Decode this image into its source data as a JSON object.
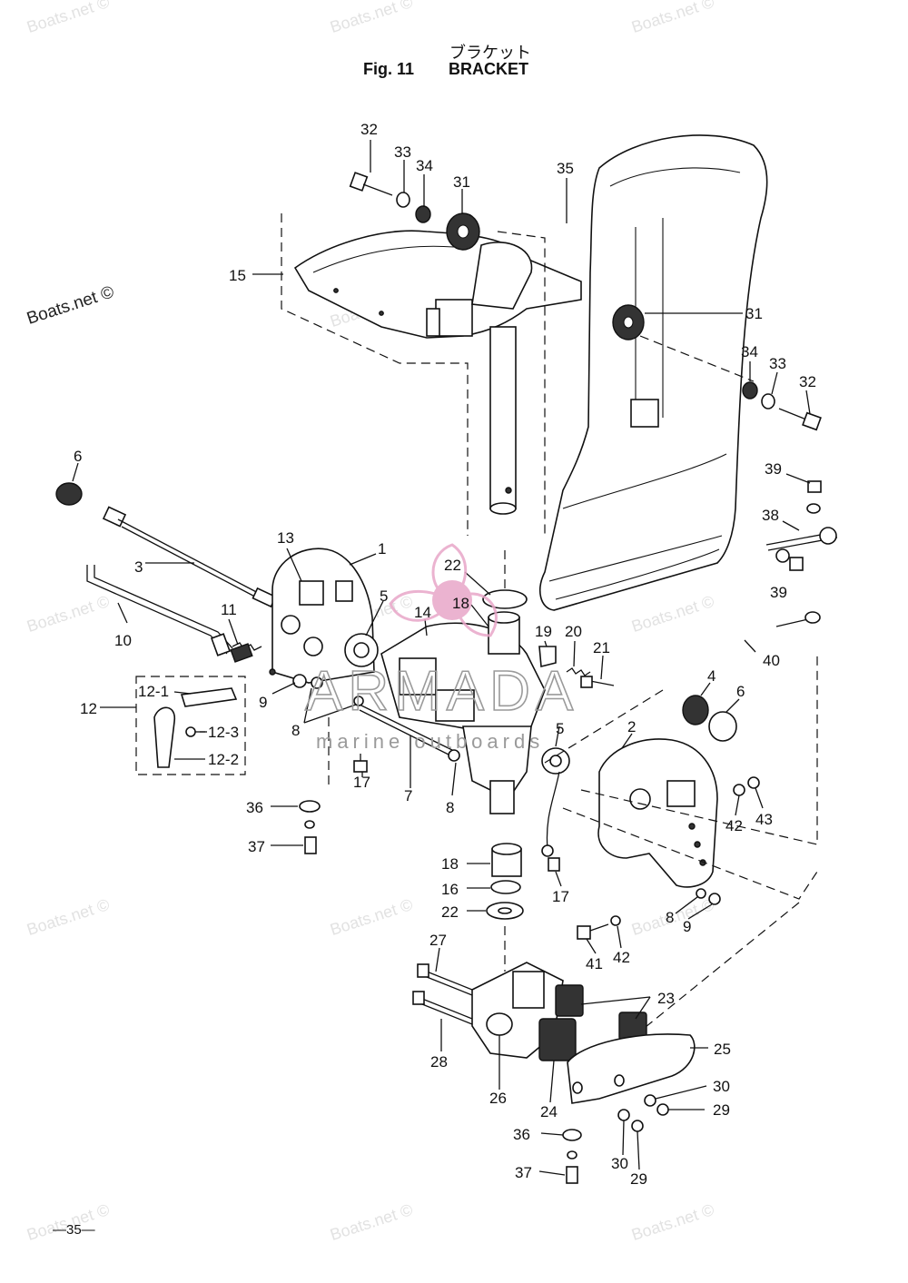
{
  "header": {
    "title_jp": "ブラケット",
    "fig_label": "Fig. 11",
    "title": "BRACKET"
  },
  "footer": {
    "page_number": "—35—"
  },
  "watermarks": {
    "text": "Boats.net ©",
    "brand": "ARMADA",
    "brand_sub": "marine outboards",
    "brand_color": "#e8a6c8"
  },
  "callouts": [
    {
      "id": "c-32a",
      "label": "32"
    },
    {
      "id": "c-33a",
      "label": "33"
    },
    {
      "id": "c-34a",
      "label": "34"
    },
    {
      "id": "c-31a",
      "label": "31"
    },
    {
      "id": "c-35",
      "label": "35"
    },
    {
      "id": "c-15",
      "label": "15"
    },
    {
      "id": "c-31b",
      "label": "31"
    },
    {
      "id": "c-34b",
      "label": "34"
    },
    {
      "id": "c-33b",
      "label": "33"
    },
    {
      "id": "c-32b",
      "label": "32"
    },
    {
      "id": "c-6a",
      "label": "6"
    },
    {
      "id": "c-39a",
      "label": "39"
    },
    {
      "id": "c-38",
      "label": "38"
    },
    {
      "id": "c-39b",
      "label": "39"
    },
    {
      "id": "c-13",
      "label": "13"
    },
    {
      "id": "c-1",
      "label": "1"
    },
    {
      "id": "c-3",
      "label": "3"
    },
    {
      "id": "c-22a",
      "label": "22"
    },
    {
      "id": "c-18a",
      "label": "18"
    },
    {
      "id": "c-14",
      "label": "14"
    },
    {
      "id": "c-5a",
      "label": "5"
    },
    {
      "id": "c-11",
      "label": "11"
    },
    {
      "id": "c-10",
      "label": "10"
    },
    {
      "id": "c-19",
      "label": "19"
    },
    {
      "id": "c-20",
      "label": "20"
    },
    {
      "id": "c-21",
      "label": "21"
    },
    {
      "id": "c-40",
      "label": "40"
    },
    {
      "id": "c-4",
      "label": "4"
    },
    {
      "id": "c-6b",
      "label": "6"
    },
    {
      "id": "c-12-1",
      "label": "12-1"
    },
    {
      "id": "c-12",
      "label": "12"
    },
    {
      "id": "c-12-3",
      "label": "12-3"
    },
    {
      "id": "c-12-2",
      "label": "12-2"
    },
    {
      "id": "c-9a",
      "label": "9"
    },
    {
      "id": "c-8a",
      "label": "8"
    },
    {
      "id": "c-2",
      "label": "2"
    },
    {
      "id": "c-5b",
      "label": "5"
    },
    {
      "id": "c-17a",
      "label": "17"
    },
    {
      "id": "c-7",
      "label": "7"
    },
    {
      "id": "c-8b",
      "label": "8"
    },
    {
      "id": "c-42a",
      "label": "42"
    },
    {
      "id": "c-43",
      "label": "43"
    },
    {
      "id": "c-36a",
      "label": "36"
    },
    {
      "id": "c-37a",
      "label": "37"
    },
    {
      "id": "c-18b",
      "label": "18"
    },
    {
      "id": "c-16",
      "label": "16"
    },
    {
      "id": "c-17b",
      "label": "17"
    },
    {
      "id": "c-22b",
      "label": "22"
    },
    {
      "id": "c-8c",
      "label": "8"
    },
    {
      "id": "c-9b",
      "label": "9"
    },
    {
      "id": "c-41",
      "label": "41"
    },
    {
      "id": "c-42b",
      "label": "42"
    },
    {
      "id": "c-27",
      "label": "27"
    },
    {
      "id": "c-23",
      "label": "23"
    },
    {
      "id": "c-25",
      "label": "25"
    },
    {
      "id": "c-28",
      "label": "28"
    },
    {
      "id": "c-26",
      "label": "26"
    },
    {
      "id": "c-24",
      "label": "24"
    },
    {
      "id": "c-30a",
      "label": "30"
    },
    {
      "id": "c-29a",
      "label": "29"
    },
    {
      "id": "c-36b",
      "label": "36"
    },
    {
      "id": "c-30b",
      "label": "30"
    },
    {
      "id": "c-29b",
      "label": "29"
    },
    {
      "id": "c-37b",
      "label": "37"
    }
  ]
}
